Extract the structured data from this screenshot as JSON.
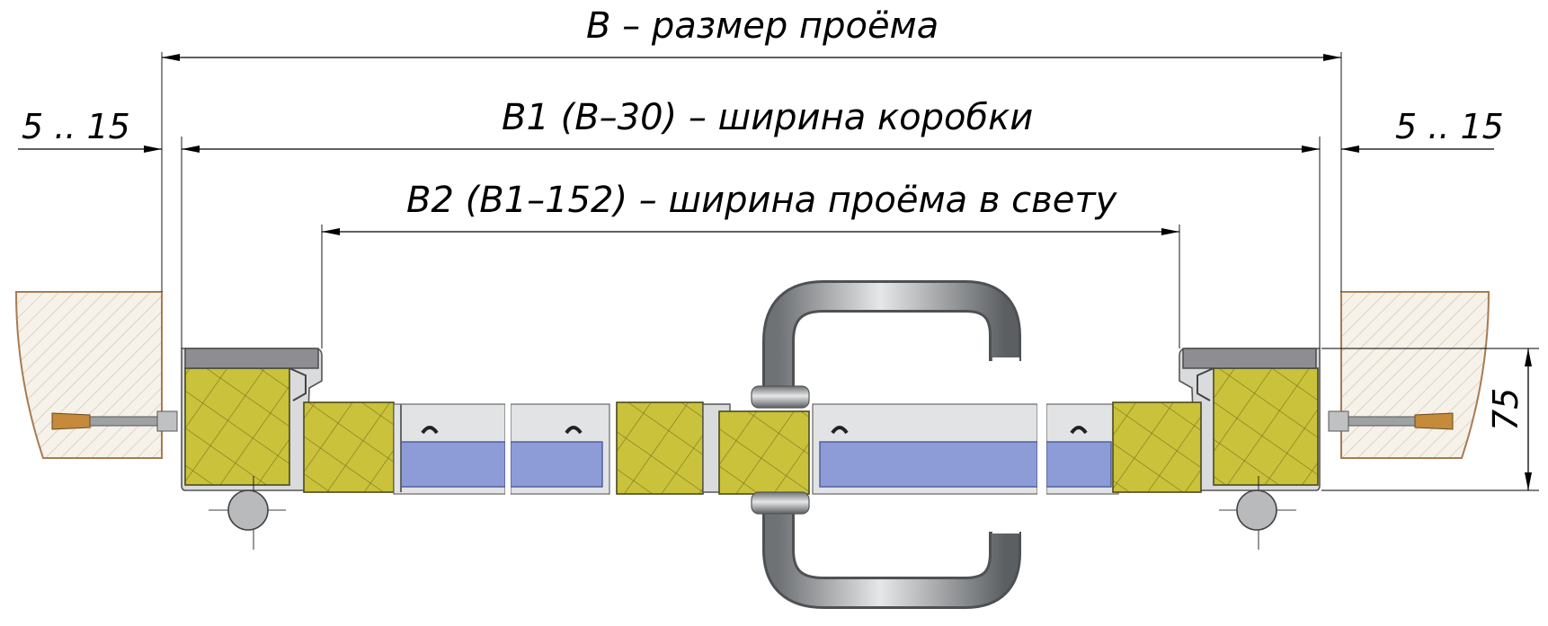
{
  "dimensions": {
    "b": "B  – размер проёма",
    "b1": "B1 (B–30) – ширина коробки",
    "b2": "B2 (B1–152) – ширина проёма в свету",
    "gap_left": "5 .. 15",
    "gap_right": "5 .. 15",
    "depth": "75"
  },
  "colors": {
    "insulation": "#c9c23a",
    "glass": "#8d9bd6",
    "steel": "#d9dbdd",
    "wall_edge": "#a87b52",
    "anchor_tip": "#c58a3a",
    "handle": "#9a9a9a"
  }
}
